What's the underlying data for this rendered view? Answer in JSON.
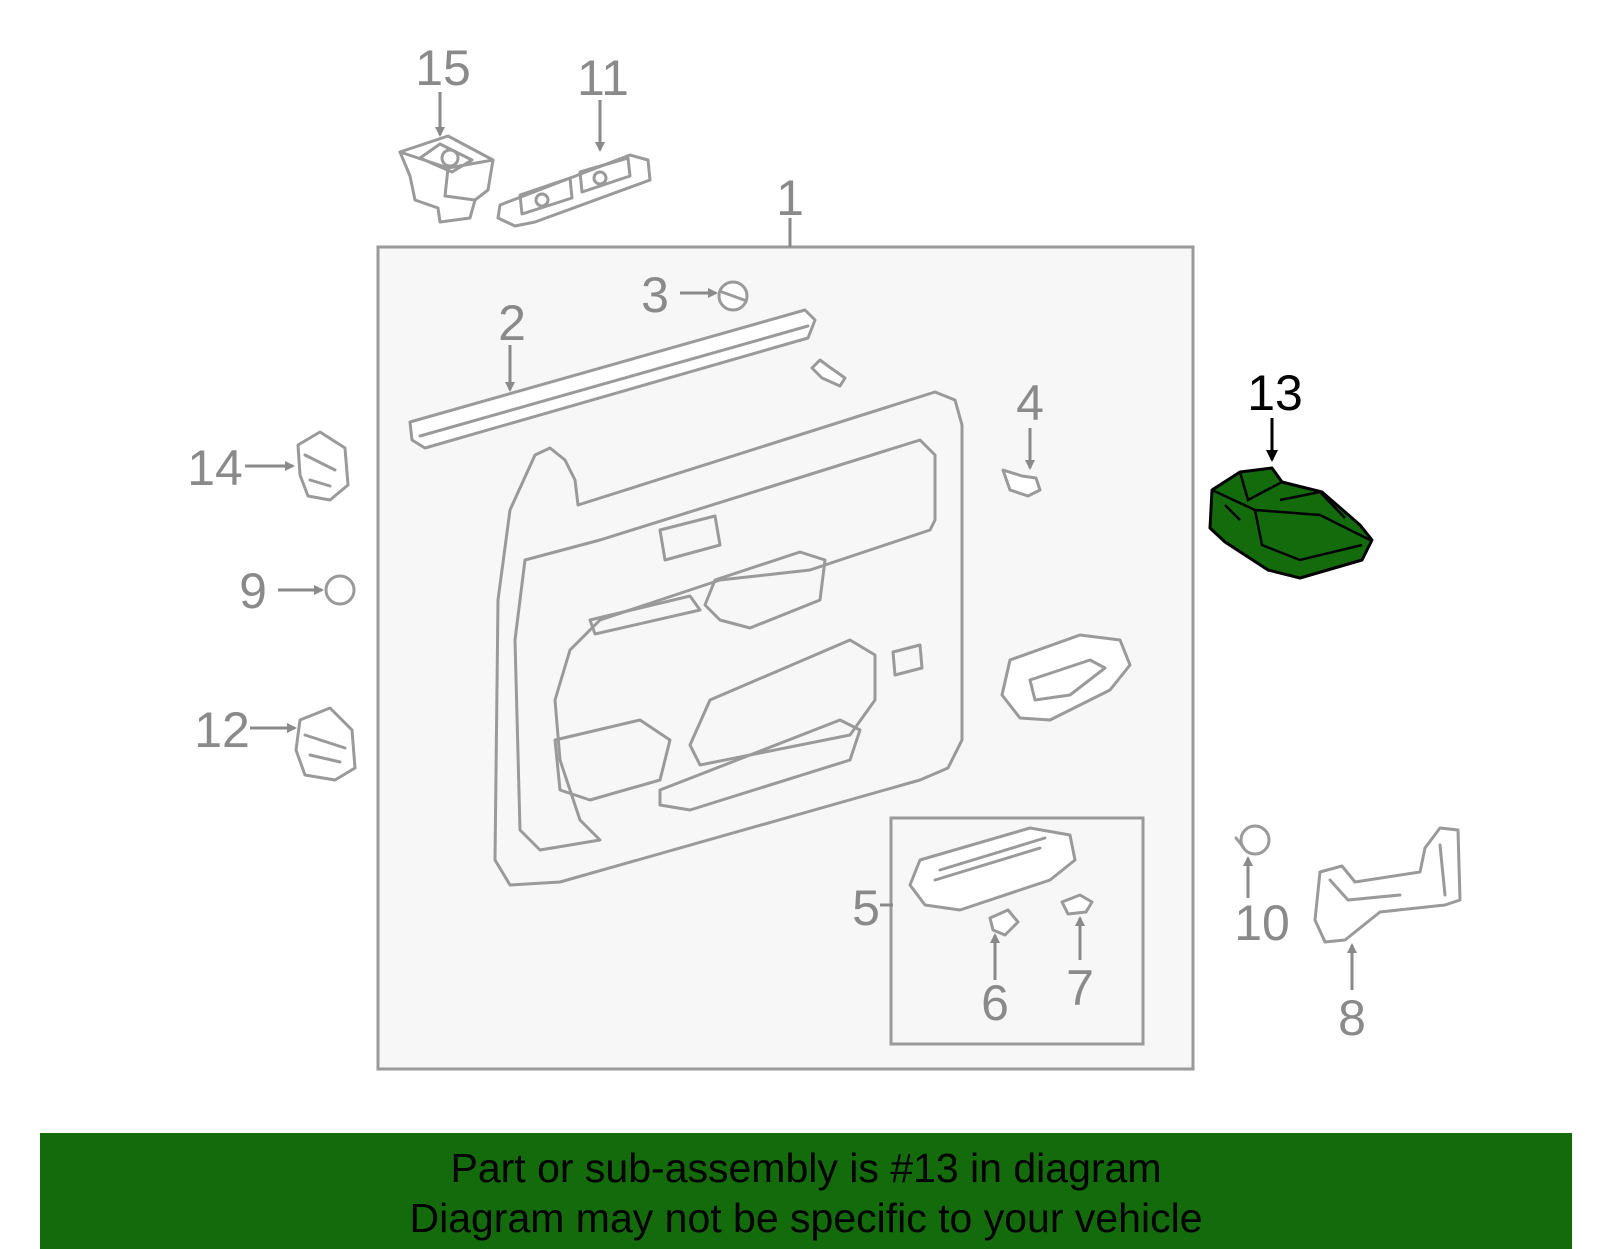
{
  "callouts": {
    "c1": "1",
    "c2": "2",
    "c3": "3",
    "c4": "4",
    "c5": "5",
    "c6": "6",
    "c7": "7",
    "c8": "8",
    "c9": "9",
    "c10": "10",
    "c11": "11",
    "c12": "12",
    "c13": "13",
    "c14": "14",
    "c15": "15"
  },
  "highlight": {
    "part": "13",
    "color": "#136b0c"
  },
  "banner": {
    "line1": "Part or sub-assembly is #13 in diagram",
    "line2": "Diagram may not be specific to your vehicle",
    "background": "#136b0c"
  }
}
